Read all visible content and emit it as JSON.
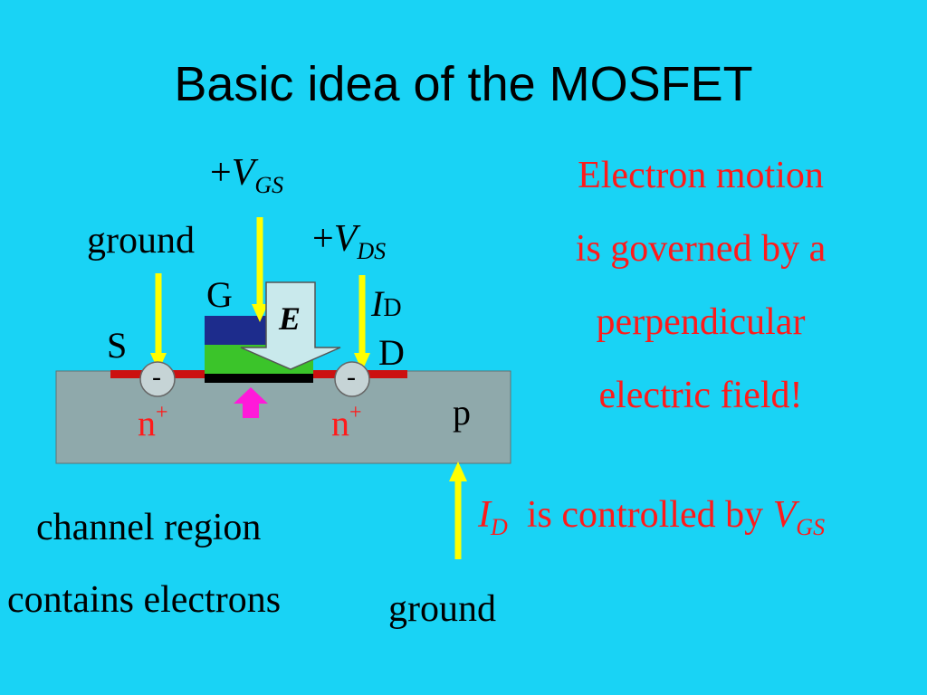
{
  "slide": {
    "title": "Basic idea of the MOSFET"
  },
  "diagram": {
    "vgs": {
      "prefix": "+",
      "var": "V",
      "sub": "GS"
    },
    "vds": {
      "prefix": "+",
      "var": "V",
      "sub": "DS"
    },
    "ground_left": "ground",
    "ground_bottom": "ground",
    "gate_label": "G",
    "source_label": "S",
    "drain_label": "D",
    "id_label": {
      "var": "I",
      "sub": "D"
    },
    "field_label": "E",
    "source_region": {
      "base": "n",
      "sup": "+"
    },
    "drain_region": {
      "base": "n",
      "sup": "+"
    },
    "substrate_label": "p",
    "electron_left": "-",
    "electron_right": "-"
  },
  "side_text": {
    "lines": [
      "Electron motion",
      "is governed by a",
      "perpendicular",
      "electric field!"
    ]
  },
  "control_text": {
    "i_var": "I",
    "i_sub": "D",
    "middle": "is controlled by",
    "v_var": "V",
    "v_sub": "GS"
  },
  "channel_text": {
    "line1": "channel region",
    "line2": "contains electrons"
  },
  "colors": {
    "background": "#19d3f5",
    "substrate": "#8fa9ab",
    "gate_top": "#1d2c8c",
    "gate_oxide": "#3bc42a",
    "contact_red": "#cc1010",
    "arrow_yellow": "#ffff00",
    "arrow_magenta": "#ff1ad9",
    "text_red": "#ff1a1a"
  }
}
